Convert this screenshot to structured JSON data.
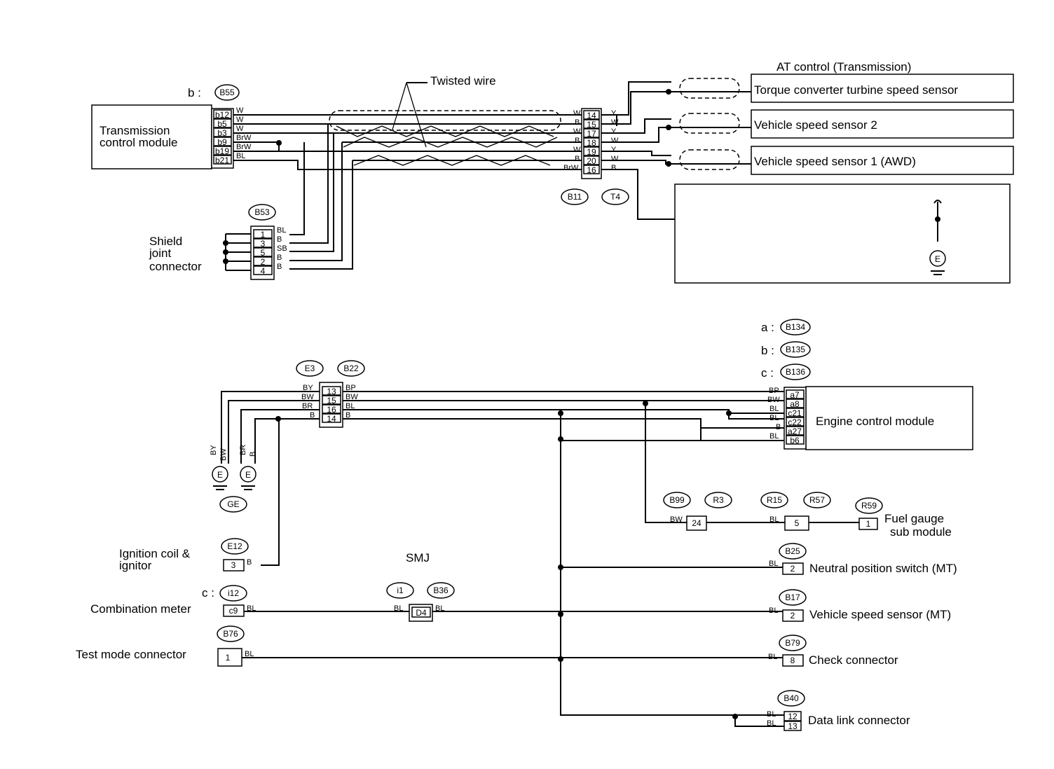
{
  "colors": {
    "line": "#000000",
    "background": "#ffffff"
  },
  "top": {
    "tcm_label_1": "Transmission",
    "tcm_label_2": "control module",
    "tcm_prefix": "b :",
    "tcm_ref": "B55",
    "tcm_pins": [
      "b12",
      "b5",
      "b3",
      "b9",
      "b19",
      "b21"
    ],
    "tcm_wires": [
      "W",
      "W",
      "W",
      "BrW",
      "BrW",
      "BL"
    ],
    "twisted_wire_label": "Twisted wire",
    "at_control_label": "AT control (Transmission)",
    "sensors": [
      "Torque converter turbine speed sensor",
      "Vehicle speed sensor 2",
      "Vehicle speed sensor 1 (AWD)"
    ],
    "conn_b11_ref": "B11",
    "conn_t4_ref": "T4",
    "b11_wires": [
      "W",
      "B",
      "W",
      "B",
      "W",
      "B",
      "BrW"
    ],
    "t4_pins": [
      "14",
      "15",
      "17",
      "18",
      "19",
      "20",
      "16"
    ],
    "t4_wires": [
      "Y",
      "W",
      "Y",
      "W",
      "Y",
      "W",
      "B"
    ],
    "shield_ref": "B53",
    "shield_label_1": "Shield",
    "shield_label_2": "joint",
    "shield_label_3": "connector",
    "shield_pins": [
      "1",
      "3",
      "5",
      "2",
      "4"
    ],
    "shield_wires": [
      "BL",
      "B",
      "SB",
      "B",
      "B"
    ],
    "ground_symbol": "E"
  },
  "bottom": {
    "e3_ref": "E3",
    "b22_ref": "B22",
    "e3_left_wires": [
      "BY",
      "BW",
      "BR",
      "B"
    ],
    "e3_pins": [
      "13",
      "15",
      "16",
      "14"
    ],
    "e3_right_wires": [
      "BP",
      "BW",
      "BL",
      "B"
    ],
    "ground_wires": [
      "BY",
      "BW",
      "BR",
      "B"
    ],
    "ground_symbol": "E",
    "ge_ref": "GE",
    "ecm_prefixes": [
      "a :",
      "b :",
      "c :"
    ],
    "ecm_refs": [
      "B134",
      "B135",
      "B136"
    ],
    "ecm_label": "Engine control module",
    "ecm_wires": [
      "BP",
      "BW",
      "BL",
      "BL",
      "B",
      "BL"
    ],
    "ecm_pins": [
      "a7",
      "a8",
      "c21",
      "c22",
      "a27",
      "b6"
    ],
    "ignition_label_1": "Ignition coil &",
    "ignition_label_2": "ignitor",
    "ignition_ref": "E12",
    "ignition_pin": "3",
    "ignition_wire": "B",
    "smj_label": "SMJ",
    "meter_prefix": "c :",
    "meter_ref": "i12",
    "meter_label": "Combination meter",
    "meter_pin": "c9",
    "meter_wire": "BL",
    "i1_ref": "i1",
    "b36_ref": "B36",
    "d4_pin": "D4",
    "d4_wire_in": "BL",
    "d4_wire_out": "BL",
    "test_ref": "B76",
    "test_label": "Test mode connector",
    "test_pin": "1",
    "test_wire": "BL",
    "fuel_refs": [
      "B99",
      "R3",
      "R15",
      "R57",
      "R59"
    ],
    "fuel_wire_1": "BW",
    "fuel_pin_1": "24",
    "fuel_wire_2": "BL",
    "fuel_pin_2": "5",
    "fuel_pin_3": "1",
    "fuel_label_1": "Fuel gauge",
    "fuel_label_2": "sub module",
    "neutral_ref": "B25",
    "neutral_wire": "BL",
    "neutral_pin": "2",
    "neutral_label": "Neutral position switch (MT)",
    "vss_ref": "B17",
    "vss_wire": "BL",
    "vss_pin": "2",
    "vss_label": "Vehicle speed sensor (MT)",
    "check_ref": "B79",
    "check_wire": "BL",
    "check_pin": "8",
    "check_label": "Check connector",
    "dlc_ref": "B40",
    "dlc_wires": [
      "BL",
      "BL"
    ],
    "dlc_pins": [
      "12",
      "13"
    ],
    "dlc_label": "Data link connector"
  }
}
